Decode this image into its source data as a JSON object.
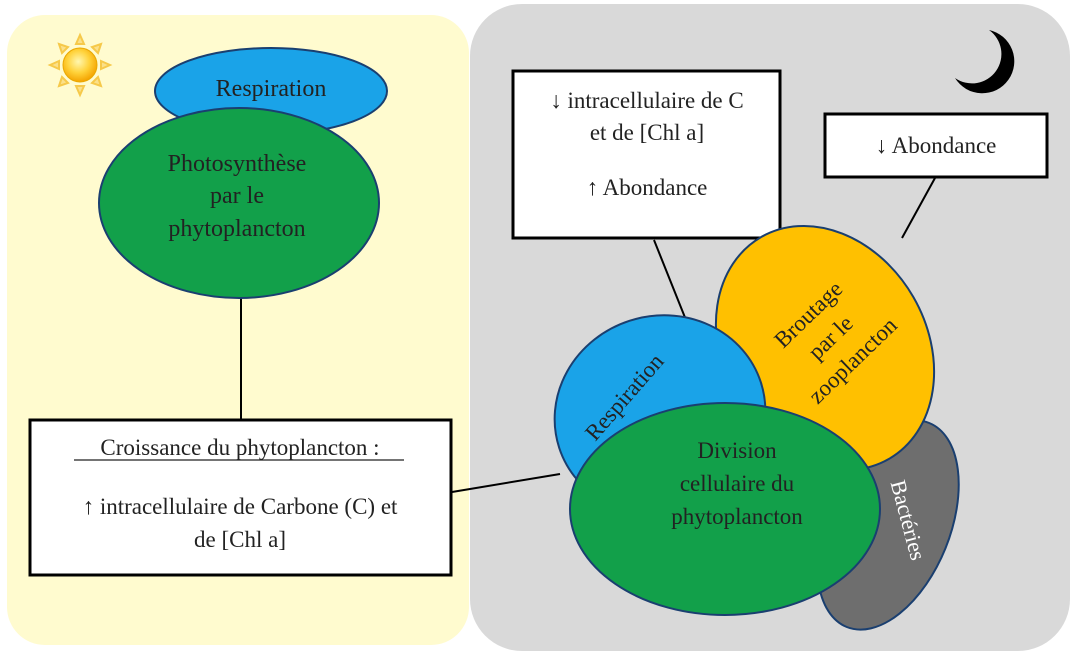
{
  "colors": {
    "day_panel": "#FFFBCF",
    "night_panel": "#D9D9D9",
    "respiration_blue": "#1AA3E8",
    "green": "#12A04A",
    "orange": "#FFC000",
    "grey_bacteria": "#6E6E6E",
    "box_fill": "#FFFFFF",
    "line": "#000000"
  },
  "icons": {
    "day": "sun-icon",
    "night": "crescent-moon-icon"
  },
  "day": {
    "respiration": "Respiration",
    "photosynthesis": [
      "Photosynthèse",
      "par le",
      "phytoplancton"
    ],
    "growth_box": {
      "title": "Croissance du phytoplancton :",
      "lines": [
        "↑ intracellulaire de Carbone (C) et",
        "de [Chl a]"
      ]
    }
  },
  "night": {
    "box_carbon": {
      "lines": [
        "↓ intracellulaire de C",
        "et de [Chl a]"
      ],
      "abundance": "↑ Abondance"
    },
    "box_abundance": "↓ Abondance",
    "respiration": "Respiration",
    "grazing": [
      "Broutage",
      "par le",
      "zooplancton"
    ],
    "division": [
      "Division",
      "cellulaire du",
      "phytoplancton"
    ],
    "bacteria": "Bactéries"
  }
}
